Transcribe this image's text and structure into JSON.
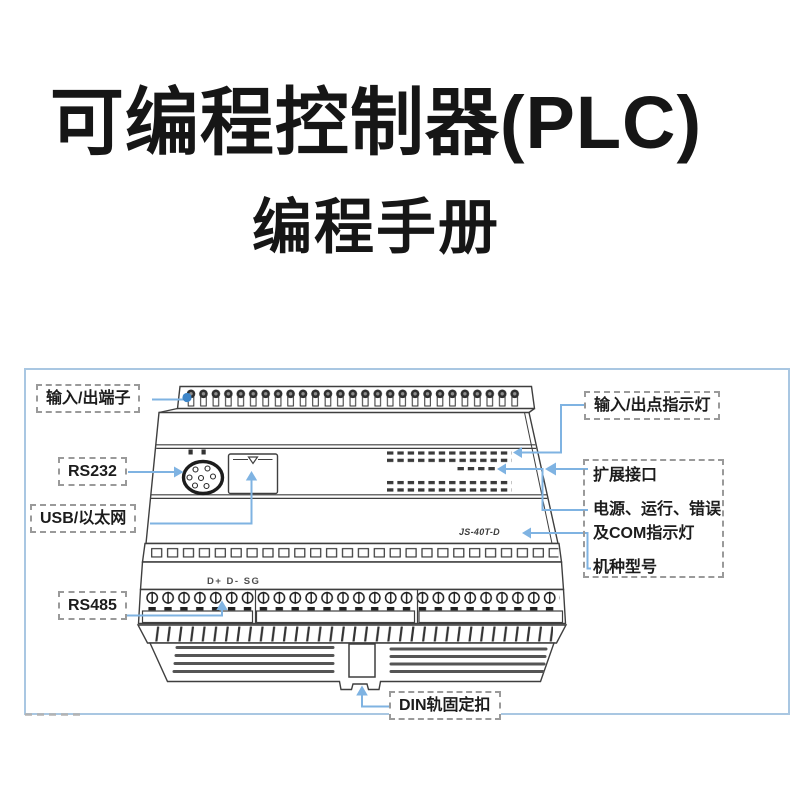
{
  "page": {
    "title": "可编程控制器(PLC)",
    "subtitle": "编程手册"
  },
  "figure": {
    "callouts": {
      "io_terminals": "输入/出端子",
      "rs232": "RS232",
      "usb_ethernet": "USB/以太网",
      "rs485": "RS485",
      "io_point_indicators": "输入/出点指示灯",
      "expansion_port": "扩展接口",
      "status_indicators_line1": "电源、运行、错误",
      "status_indicators_line2": "及COM指示灯",
      "model_name": "机种型号",
      "din_rail_clip": "DIN轨固定扣"
    },
    "device": {
      "model": "JS-40T-D",
      "rs485_pins": "D+ D- SG"
    },
    "colors": {
      "leader_line": "#7fb3e2",
      "leader_dot": "#3d85c8",
      "frame_border": "#a9c7e2",
      "device_outline": "#3f3f3f",
      "callout_border": "#9a9a9a",
      "text": "#1c1c1c"
    }
  }
}
